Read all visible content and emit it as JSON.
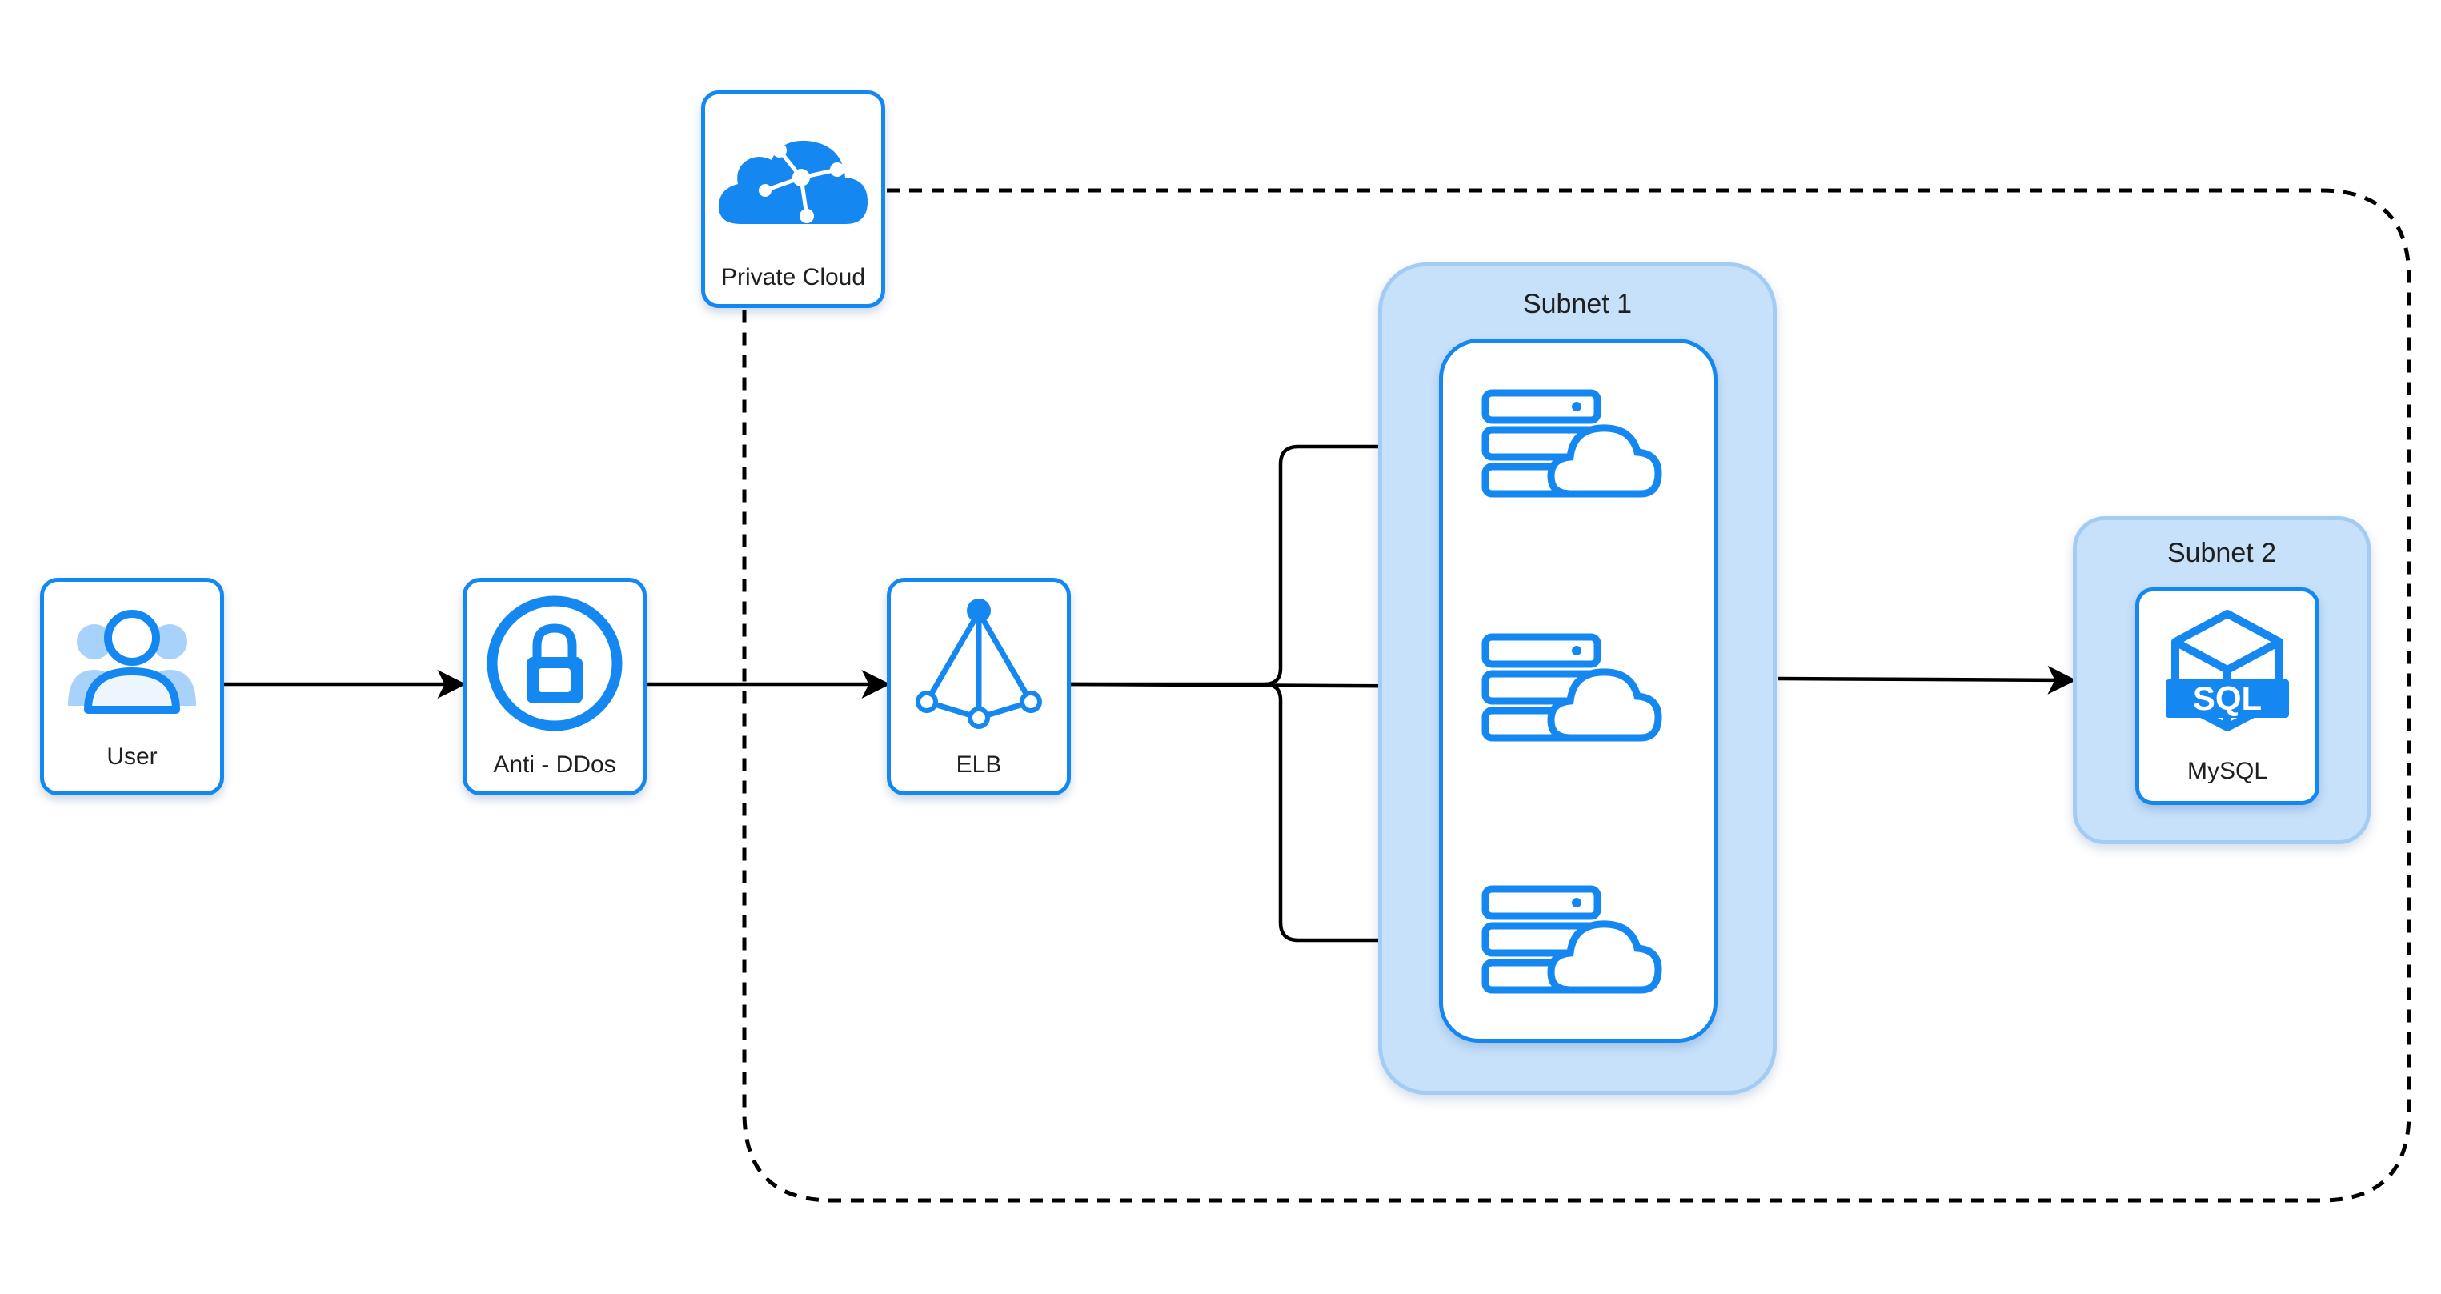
{
  "diagram": {
    "nodes": {
      "user": {
        "label": "User",
        "icon": "users-icon"
      },
      "anti_ddos": {
        "label": "Anti - DDos",
        "icon": "lock-icon"
      },
      "elb": {
        "label": "ELB",
        "icon": "load-balancer-icon"
      },
      "private_cloud": {
        "label": "Private Cloud",
        "icon": "private-cloud-icon"
      },
      "mysql": {
        "label": "MySQL",
        "icon": "sql-database-icon"
      }
    },
    "groups": {
      "subnet1": {
        "title": "Subnet 1"
      },
      "subnet2": {
        "title": "Subnet 2"
      }
    },
    "servers": [
      {
        "icon": "cloud-server-icon"
      },
      {
        "icon": "cloud-server-icon"
      },
      {
        "icon": "cloud-server-icon"
      }
    ],
    "colors": {
      "accent": "#1488f0",
      "subnet_fill": "#c7e1fb",
      "subnet_border": "#a4ccf3",
      "connector": "#000000"
    }
  }
}
